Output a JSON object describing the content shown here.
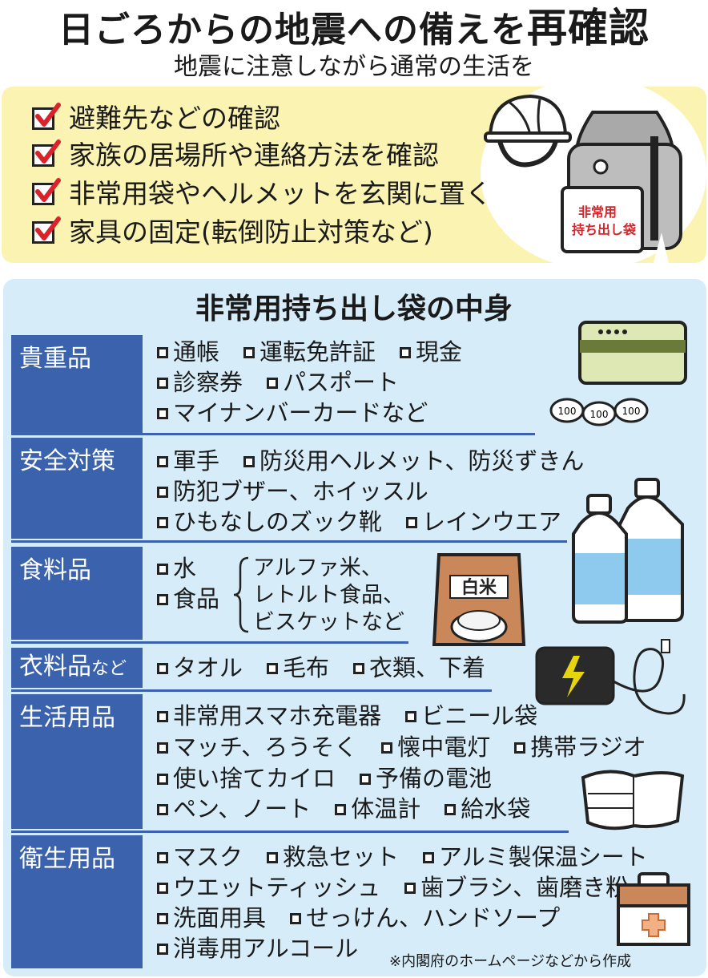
{
  "header": {
    "title_main": "日ごろからの地震への備えを",
    "title_strong": "再確認",
    "subtitle": "地震に注意しながら通常の生活を"
  },
  "checklist": [
    "避難先などの確認",
    "家族の居場所や連絡方法を確認",
    "非常用袋やヘルメットを玄関に置く",
    "家具の固定(転倒防止対策など)"
  ],
  "backpack_label": [
    "非常用",
    "持ち出し袋"
  ],
  "section_title": "非常用持ち出し袋の中身",
  "categories": [
    {
      "name": "貴重品",
      "name_suffix": "",
      "lines": [
        [
          "通帳",
          "運転免許証",
          "現金"
        ],
        [
          "診察券",
          "パスポート"
        ],
        [
          "マイナンバーカードなど"
        ]
      ]
    },
    {
      "name": "安全対策",
      "name_suffix": "",
      "lines": [
        [
          "軍手",
          "防災用ヘルメット、防災ずきん"
        ],
        [
          "防犯ブザー、ホイッスル"
        ],
        [
          "ひもなしのズック靴",
          "レインウエア"
        ]
      ]
    },
    {
      "name": "食料品",
      "name_suffix": "",
      "lines": [
        [
          "水"
        ],
        [
          "食品"
        ]
      ],
      "brace": [
        "アルファ米、",
        "レトルト食品、",
        "ビスケットなど"
      ]
    },
    {
      "name": "衣料品",
      "name_suffix": "など",
      "lines": [
        [
          "タオル",
          "毛布",
          "衣類、下着"
        ]
      ]
    },
    {
      "name": "生活用品",
      "name_suffix": "",
      "lines": [
        [
          "非常用スマホ充電器",
          "ビニール袋"
        ],
        [
          "マッチ、ろうそく",
          "懐中電灯",
          "携帯ラジオ"
        ],
        [
          "使い捨てカイロ",
          "予備の電池"
        ],
        [
          "ペン、ノート",
          "体温計",
          "給水袋"
        ]
      ]
    },
    {
      "name": "衛生用品",
      "name_suffix": "",
      "lines": [
        [
          "マスク",
          "救急セット",
          "アルミ製保温シート"
        ],
        [
          "ウエットティッシュ",
          "歯ブラシ、歯磨き粉"
        ],
        [
          "洗面用具",
          "せっけん、ハンドソープ"
        ],
        [
          "消毒用アルコール"
        ]
      ]
    }
  ],
  "illustrations": {
    "coin_label": "100",
    "rice_bag_label": "白米"
  },
  "note": "※内閣府のホームページなどから作成",
  "colors": {
    "accent_blue": "#3a62ad",
    "panel_blue": "#d6ecf8",
    "panel_yellow": "#fbf3b2",
    "check_red": "#d8232a"
  }
}
